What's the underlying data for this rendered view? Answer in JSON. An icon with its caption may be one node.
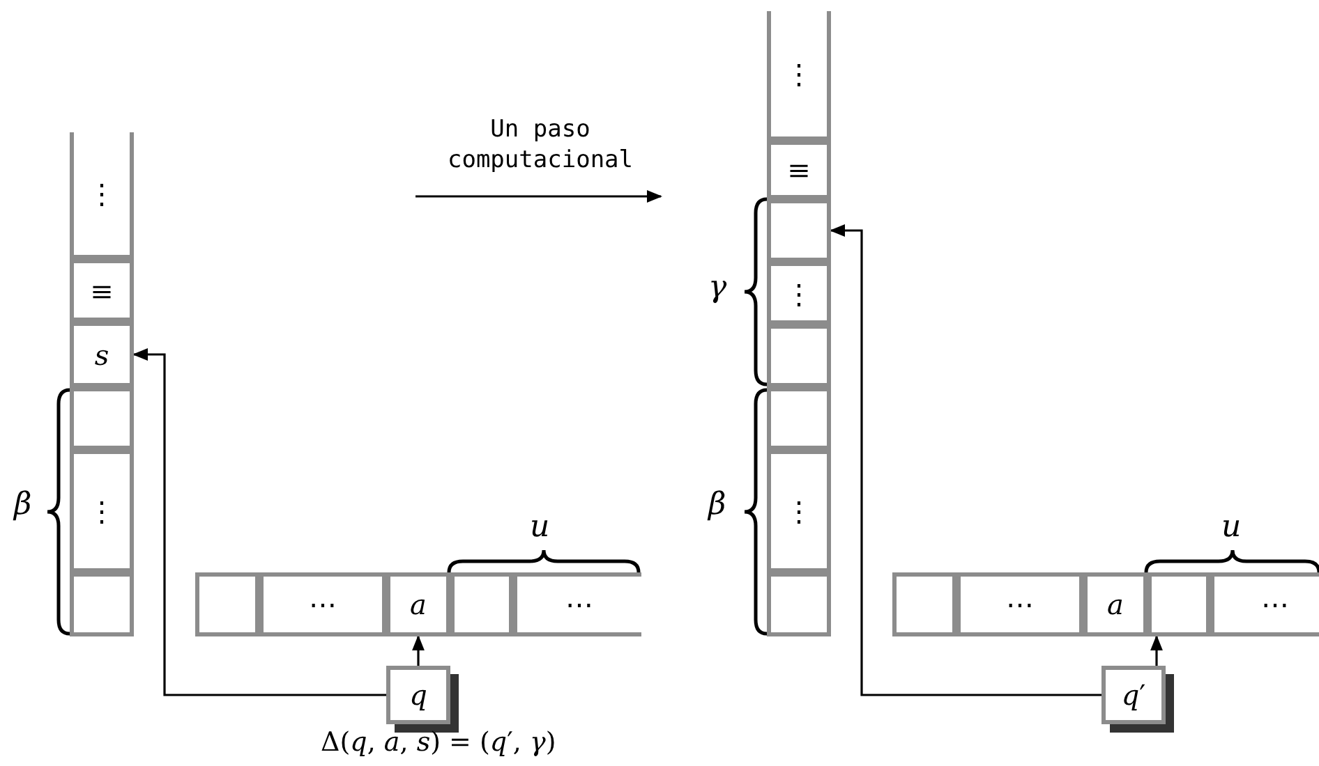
{
  "diagram": {
    "caption": "Δ(*q*, *a*, *s*) = (*q*′, *γ*)",
    "nodes": [
      {
        "text": [
          "⋮"
        ]
      },
      {
        "text": [
          "≡"
        ]
      },
      {
        "text": [
          "*s*"
        ]
      },
      {
        "text": [],
        "shape": "box"
      },
      {
        "text": [
          "⋮"
        ]
      },
      {
        "text": [],
        "shape": "box"
      },
      {
        "text": [],
        "shape": "box"
      },
      {
        "text": [
          "⋯"
        ]
      },
      {
        "text": [
          "*a*"
        ]
      },
      {
        "text": [],
        "shape": "box"
      },
      {
        "text": [
          "⋯"
        ]
      },
      {
        "text": [
          "*q*"
        ]
      },
      {
        "text": [
          "⋮"
        ]
      },
      {
        "text": [
          "≡"
        ]
      },
      {
        "text": [],
        "shape": "box"
      },
      {
        "text": [
          "⋮"
        ]
      },
      {
        "text": [],
        "shape": "box"
      },
      {
        "text": [],
        "shape": "box"
      },
      {
        "text": [
          "⋮"
        ]
      },
      {
        "text": [],
        "shape": "box"
      },
      {
        "text": [],
        "shape": "box"
      },
      {
        "text": [
          "⋯"
        ]
      },
      {
        "text": [
          "*a*"
        ]
      },
      {
        "text": [],
        "shape": "box"
      },
      {
        "text": [
          "⋯"
        ]
      },
      {
        "text": [
          "*q*′"
        ]
      }
    ],
    "edges": [
      {
        "from": 11,
        "to": 8,
        "arrow": "to"
      },
      {
        "from": 11,
        "to": 2,
        "arrow": "to"
      },
      {
        "from": 25,
        "to": 23,
        "arrow": "to"
      },
      {
        "from": 25,
        "to": 14,
        "arrow": "to"
      }
    ],
    "labels": [
      "Un paso computacional",
      "*β*",
      "*u*",
      "*γ*",
      "*β*",
      "*u*"
    ]
  }
}
